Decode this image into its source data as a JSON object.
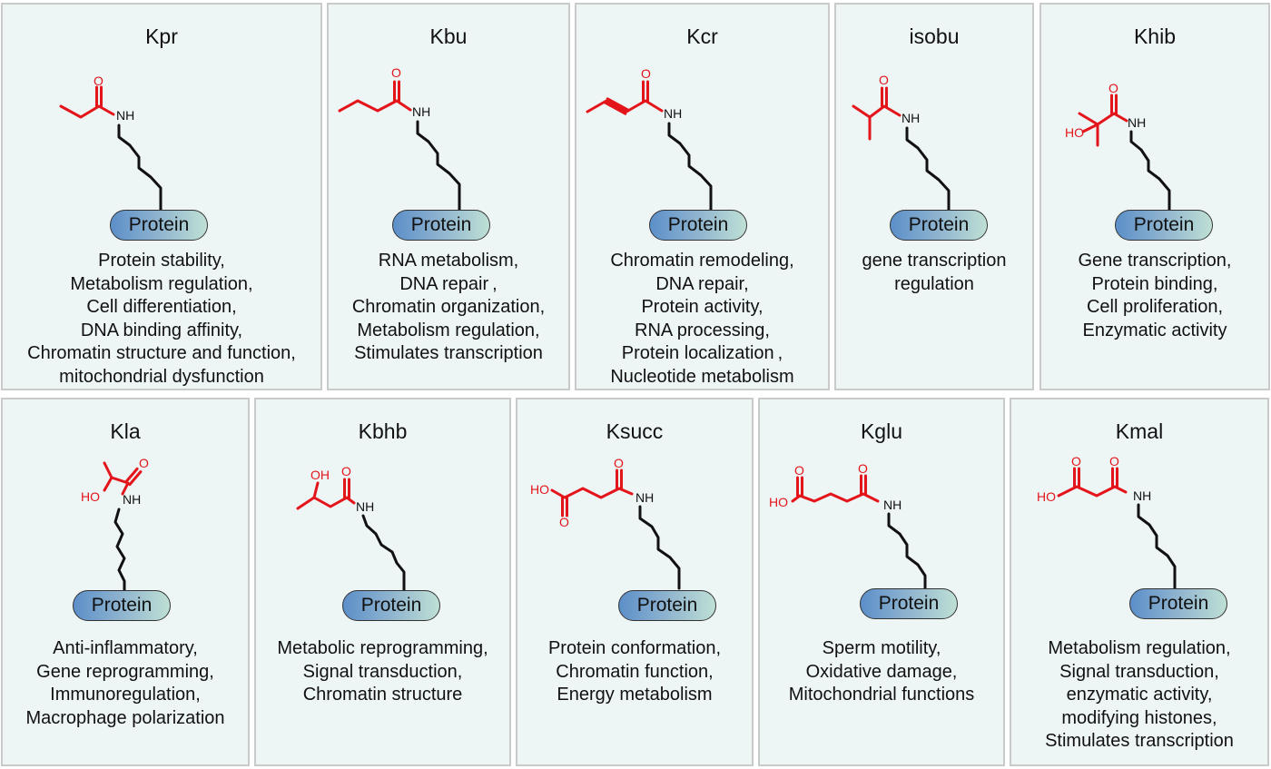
{
  "protein_label": "Protein",
  "atoms": {
    "o": "O",
    "nh": "NH",
    "ho": "HO",
    "oh": "OH"
  },
  "colors": {
    "modification": "#e3151b",
    "backbone": "#111111",
    "panel_bg": "#eef5f5",
    "panel_border": "#c9cbcb"
  },
  "panels": [
    {
      "title": "Kpr",
      "structure_icon": "propionyl-lysine-structure",
      "functions": [
        "Protein stability,",
        "Metabolism regulation,",
        "Cell differentiation,",
        "DNA binding affinity,",
        "Chromatin structure and function,",
        "mitochondrial dysfunction"
      ]
    },
    {
      "title": "Kbu",
      "structure_icon": "butyryl-lysine-structure",
      "functions": [
        "RNA metabolism,",
        "DNA repair ,",
        "Chromatin organization,",
        "Metabolism regulation,",
        "Stimulates transcription"
      ]
    },
    {
      "title": "Kcr",
      "structure_icon": "crotonyl-lysine-structure",
      "functions": [
        "Chromatin remodeling,",
        "DNA repair,",
        "Protein activity,",
        "RNA  processing,",
        "Protein localization ,",
        "Nucleotide metabolism"
      ]
    },
    {
      "title": "isobu",
      "structure_icon": "isobutyryl-lysine-structure",
      "functions": [
        "gene transcription",
        "regulation"
      ]
    },
    {
      "title": "Khib",
      "structure_icon": "2-hydroxyisobutyryl-lysine-structure",
      "functions": [
        "Gene transcription,",
        "Protein binding,",
        "Cell proliferation,",
        "Enzymatic activity"
      ]
    },
    {
      "title": "Kla",
      "structure_icon": "lactyl-lysine-structure",
      "functions": [
        "Anti-inflammatory,",
        "Gene reprogramming,",
        "Immunoregulation,",
        "Macrophage polarization"
      ]
    },
    {
      "title": "Kbhb",
      "structure_icon": "beta-hydroxybutyryl-lysine-structure",
      "functions": [
        "Metabolic reprogramming,",
        "Signal transduction,",
        "Chromatin structure"
      ]
    },
    {
      "title": "Ksucc",
      "structure_icon": "succinyl-lysine-structure",
      "functions": [
        "Protein conformation,",
        "Chromatin function,",
        "Energy metabolism"
      ]
    },
    {
      "title": "Kglu",
      "structure_icon": "glutaryl-lysine-structure",
      "functions": [
        "Sperm motility,",
        "Oxidative damage,",
        "Mitochondrial functions"
      ]
    },
    {
      "title": "Kmal",
      "structure_icon": "malonyl-lysine-structure",
      "functions": [
        "Metabolism regulation,",
        "Signal transduction,",
        "enzymatic activity,",
        "modifying histones,",
        "Stimulates transcription"
      ]
    }
  ]
}
